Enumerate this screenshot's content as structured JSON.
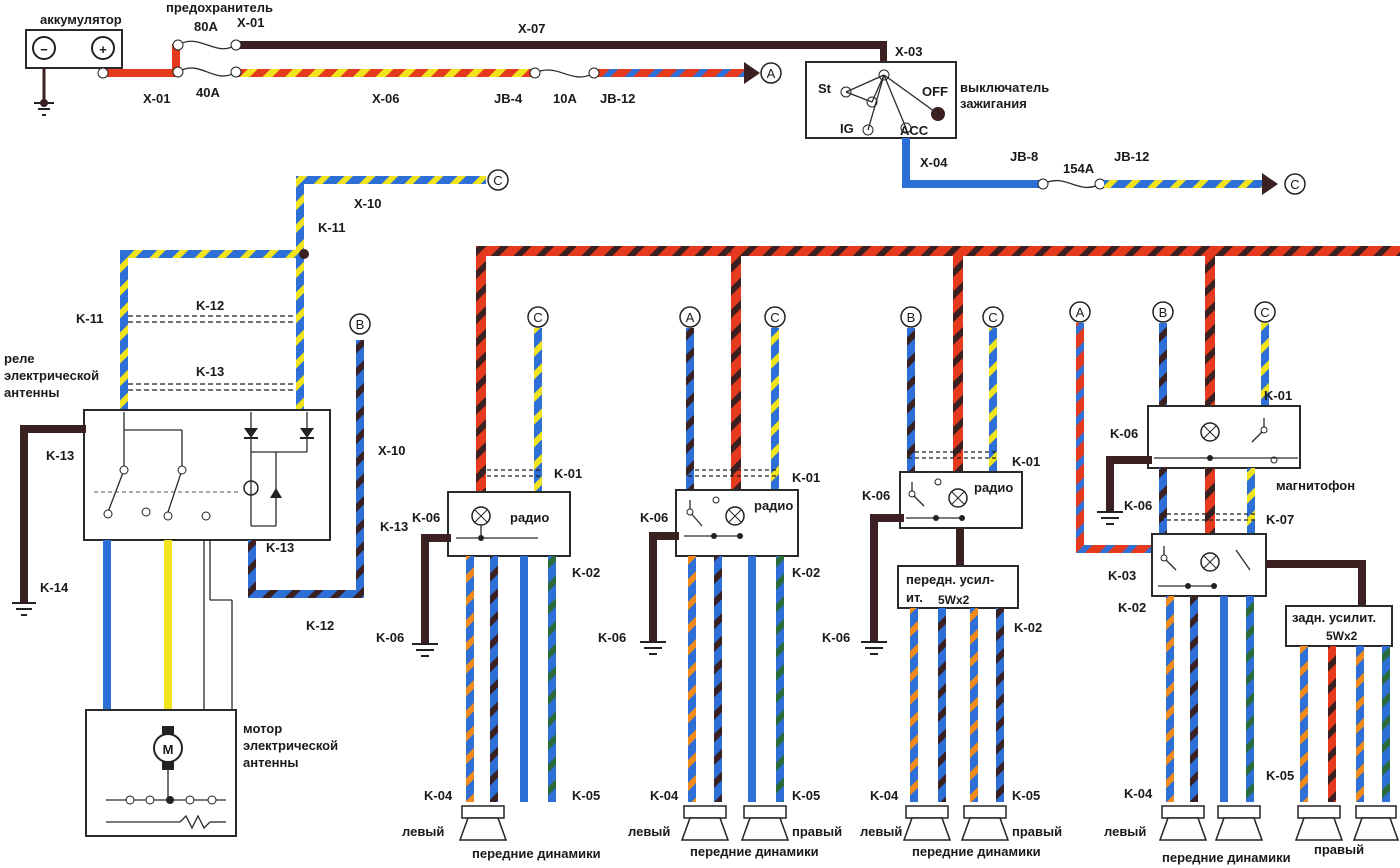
{
  "labels": {
    "battery": "аккумулятор",
    "fuse": "предохранитель",
    "fuse_80a": "80A",
    "fuse_40a": "40A",
    "fuse_10a": "10A",
    "fuse_154a": "154A",
    "ignition_switch_1": "выключатель",
    "ignition_switch_2": "зажигания",
    "ign_st": "St",
    "ign_ig": "IG",
    "ign_off": "OFF",
    "ign_acc": "ACC",
    "relay_1": "реле",
    "relay_2": "электрической",
    "relay_3": "антенны",
    "motor_1": "мотор",
    "motor_2": "электрической",
    "motor_3": "антенны",
    "motor_m": "M",
    "radio": "радио",
    "tape": "магнитофон",
    "front_amp_1": "передн. усил-",
    "front_amp_2": "ит.",
    "amp_power": "5Wx2",
    "rear_amp": "задн. усилит.",
    "left": "левый",
    "right": "правый",
    "front_speakers": "передние динамики",
    "plus": "+",
    "minus": "−"
  },
  "connectors": {
    "x01": "X-01",
    "x03": "X-03",
    "x04": "X-04",
    "x06": "X-06",
    "x07": "X-07",
    "x10": "X-10",
    "jb4": "JB-4",
    "jb8": "JB-8",
    "jb12": "JB-12",
    "k01": "K-01",
    "k02": "K-02",
    "k03": "K-03",
    "k04": "K-04",
    "k05": "K-05",
    "k06": "K-06",
    "k07": "K-07",
    "k11": "K-11",
    "k12": "K-12",
    "k13": "K-13",
    "k14": "K-14"
  },
  "nodes": {
    "a": "A",
    "b": "B",
    "c": "C"
  },
  "colors": {
    "black": "#3a2020",
    "red": "#e63a1e",
    "yellow": "#f2e41c",
    "blue": "#2d6fd6",
    "orange": "#f08a1a"
  }
}
